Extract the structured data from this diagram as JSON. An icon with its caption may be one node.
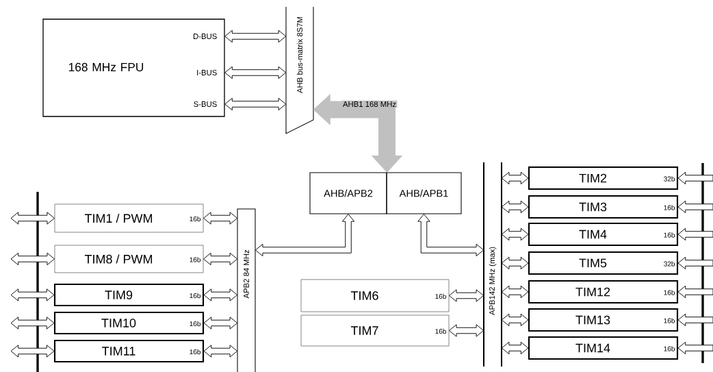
{
  "diagram": {
    "nodes": [
      {
        "text": [
          "168 MHz FPU",
          "D-BUS",
          "I-BUS",
          "S-BUS"
        ]
      },
      {
        "text": [
          "AHB bus-matrix 8S7M"
        ]
      },
      {
        "text": [
          "AHB/APB2"
        ]
      },
      {
        "text": [
          "AHB/APB1"
        ]
      },
      {
        "text": [
          "APB2 84 MHz"
        ]
      },
      {
        "text": [
          "APB142 MHz (max)"
        ]
      },
      {
        "text": [
          "TIM1 / PWM",
          "16b"
        ]
      },
      {
        "text": [
          "TIM8 / PWM",
          "16b"
        ]
      },
      {
        "text": [
          "TIM9",
          "16b"
        ]
      },
      {
        "text": [
          "TIM10",
          "16b"
        ]
      },
      {
        "text": [
          "TIM11",
          "16b"
        ]
      },
      {
        "text": [
          "TIM6",
          "16b"
        ]
      },
      {
        "text": [
          "TIM7",
          "16b"
        ]
      },
      {
        "text": [
          "TIM2",
          "32b"
        ]
      },
      {
        "text": [
          "TIM3",
          "16b"
        ]
      },
      {
        "text": [
          "TIM4",
          "16b"
        ]
      },
      {
        "text": [
          "TIM5",
          "32b"
        ]
      },
      {
        "text": [
          "TIM12",
          "16b"
        ]
      },
      {
        "text": [
          "TIM13",
          "16b"
        ]
      },
      {
        "text": [
          "TIM14",
          "16b"
        ]
      }
    ],
    "edges": [
      {
        "from": 0,
        "to": 1,
        "arrow": "both"
      },
      {
        "from": 0,
        "to": 1,
        "arrow": "both"
      },
      {
        "from": 0,
        "to": 1,
        "arrow": "both"
      },
      {
        "from": 1,
        "to": 2,
        "arrow": "both",
        "label": "AHB1 168 MHz",
        "color": "#c0c0c0"
      },
      {
        "from": 2,
        "to": 4,
        "arrow": "both"
      },
      {
        "from": 3,
        "to": 5,
        "arrow": "both"
      },
      {
        "from": 6,
        "to": 4,
        "arrow": "both"
      },
      {
        "from": 7,
        "to": 4,
        "arrow": "both"
      },
      {
        "from": 8,
        "to": 4,
        "arrow": "both"
      },
      {
        "from": 9,
        "to": 4,
        "arrow": "both"
      },
      {
        "from": 10,
        "to": 4,
        "arrow": "both"
      },
      {
        "from": 11,
        "to": 5,
        "arrow": "both"
      },
      {
        "from": 12,
        "to": 5,
        "arrow": "both"
      },
      {
        "from": 5,
        "to": 13,
        "arrow": "both"
      },
      {
        "from": 5,
        "to": 14,
        "arrow": "both"
      },
      {
        "from": 5,
        "to": 15,
        "arrow": "both"
      },
      {
        "from": 5,
        "to": 16,
        "arrow": "both"
      },
      {
        "from": 5,
        "to": 17,
        "arrow": "both"
      },
      {
        "from": 5,
        "to": 18,
        "arrow": "both"
      },
      {
        "from": 5,
        "to": 19,
        "arrow": "both"
      },
      {
        "from": null,
        "to": 6,
        "arrow": "both"
      },
      {
        "from": null,
        "to": 7,
        "arrow": "both"
      },
      {
        "from": null,
        "to": 8,
        "arrow": "both"
      },
      {
        "from": null,
        "to": 9,
        "arrow": "both"
      },
      {
        "from": null,
        "to": 10,
        "arrow": "both"
      },
      {
        "from": null,
        "to": 13,
        "arrow": "to"
      },
      {
        "from": null,
        "to": 14,
        "arrow": "to"
      },
      {
        "from": null,
        "to": 15,
        "arrow": "to"
      },
      {
        "from": null,
        "to": 16,
        "arrow": "to"
      },
      {
        "from": null,
        "to": 17,
        "arrow": "to"
      },
      {
        "from": null,
        "to": 18,
        "arrow": "to"
      },
      {
        "from": null,
        "to": 19,
        "arrow": "to"
      }
    ]
  }
}
